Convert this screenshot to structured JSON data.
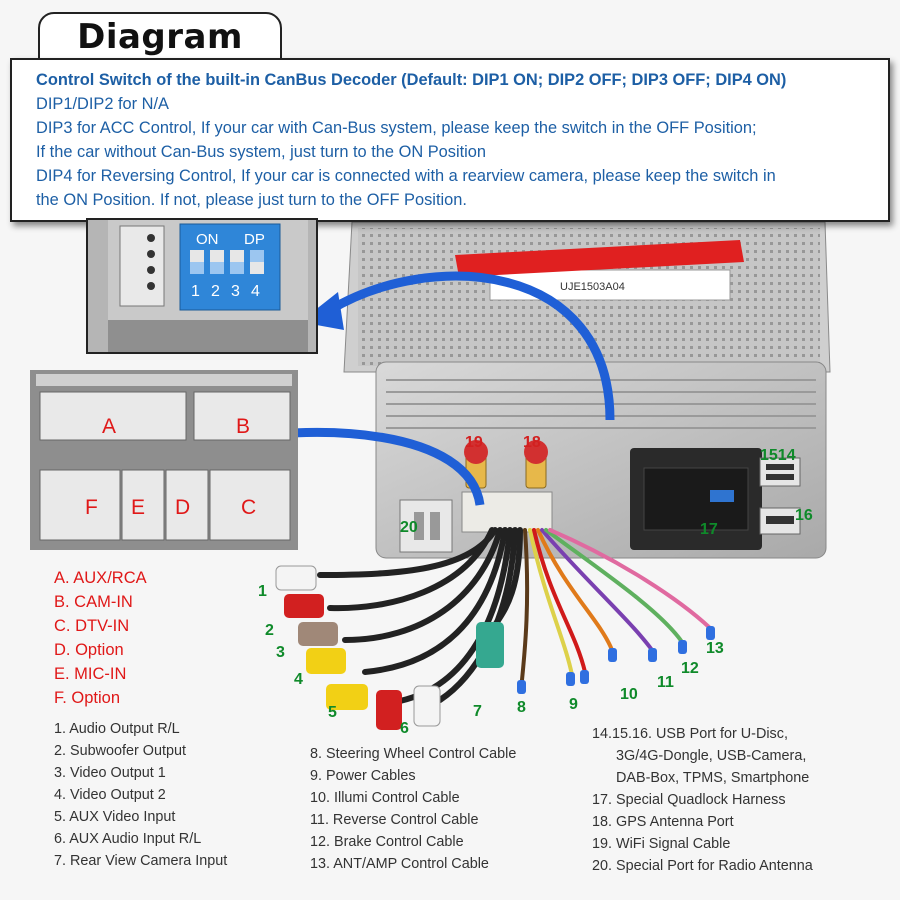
{
  "title": "Diagram",
  "info": [
    "Control Switch of the built-in CanBus Decoder (Default: DIP1 ON; DIP2 OFF; DIP3 OFF; DIP4 ON)",
    "DIP1/DIP2 for N/A",
    "DIP3 for ACC Control, If your car with Can-Bus system, please keep the switch in the OFF Position;",
    "If the car without Can-Bus system, just turn to the ON Position",
    "DIP4 for Reversing Control, If your car is connected with a rearview camera, please keep the switch in",
    "the ON Position. If not, please just turn to the OFF Position."
  ],
  "dip": {
    "on_label": "ON",
    "dp_label": "DP",
    "numbers": [
      "1",
      "2",
      "3",
      "4"
    ]
  },
  "connectors": {
    "a": "A",
    "b": "B",
    "c": "C",
    "d": "D",
    "e": "E",
    "f": "F"
  },
  "sticker": "UJE1503A04",
  "legend": [
    "A. AUX/RCA",
    "B. CAM-IN",
    "C. DTV-IN",
    "D. Option",
    "E. MIC-IN",
    "F. Option"
  ],
  "col1": [
    "1. Audio Output R/L",
    "2. Subwoofer Output",
    "3. Video Output 1",
    "4. Video Output 2",
    "5. AUX Video Input",
    "6. AUX Audio Input R/L",
    "7. Rear View Camera Input"
  ],
  "col2": [
    "8. Steering Wheel Control Cable",
    "9. Power Cables",
    "10. Illumi Control Cable",
    "11. Reverse Control Cable",
    "12. Brake Control Cable",
    "13. ANT/AMP Control Cable"
  ],
  "col3": [
    "14.15.16. USB Port for U-Disc,",
    "3G/4G-Dongle, USB-Camera,",
    "DAB-Box, TPMS, Smartphone",
    "17. Special Quadlock Harness",
    "18. GPS Antenna Port",
    "19. WiFi Signal Cable",
    "20. Special Port for Radio Antenna"
  ],
  "callouts": {
    "n1": "1",
    "n2": "2",
    "n3": "3",
    "n4": "4",
    "n5": "5",
    "n6": "6",
    "n7": "7",
    "n8": "8",
    "n9": "9",
    "n10": "10",
    "n11": "11",
    "n12": "12",
    "n13": "13",
    "n1514": "1514",
    "n16": "16",
    "n17": "17",
    "n18": "18",
    "n19": "19",
    "n20": "20"
  },
  "colors": {
    "callout": "#0f8a2a",
    "accent_red": "#e01818",
    "info_blue": "#1d5fa5",
    "arrow": "#1f5fd6"
  }
}
